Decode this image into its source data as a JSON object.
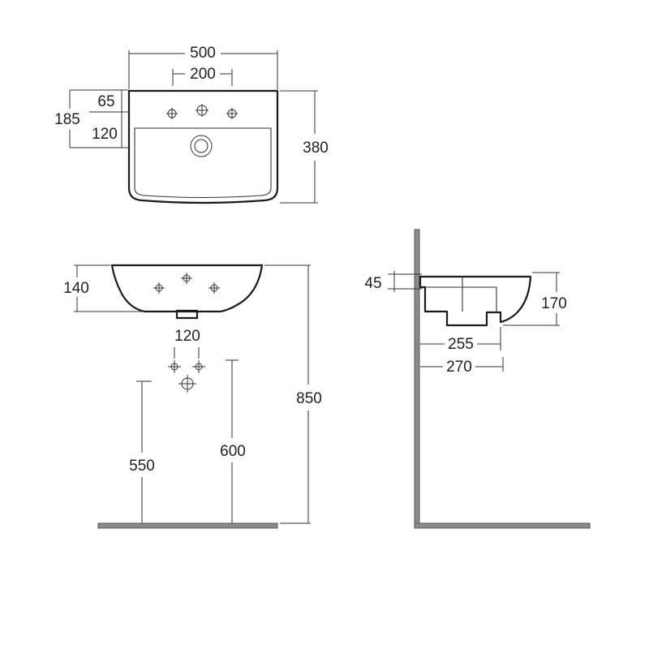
{
  "diagram": {
    "top_view": {
      "overall_width": "500",
      "tap_hole_spacing": "200",
      "tap_to_edge": "65",
      "front_to_waste": "185",
      "waste_to_front": "120",
      "overall_depth": "380"
    },
    "front_view": {
      "bowl_height": "140",
      "waste_spacing": "120",
      "waste_height_a": "550",
      "waste_height_b": "600",
      "rim_height": "850"
    },
    "side_view": {
      "rim_thickness": "45",
      "bowl_depth": "170",
      "projection_a": "255",
      "projection_b": "270"
    }
  }
}
